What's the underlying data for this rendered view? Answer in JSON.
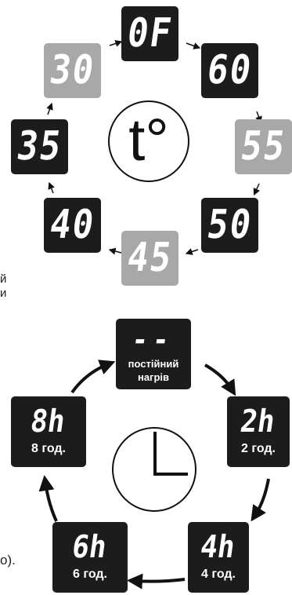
{
  "temperature_cycle": {
    "center_symbol": "t°",
    "steps": [
      {
        "label": "0F",
        "state": "active"
      },
      {
        "label": "60",
        "state": "active"
      },
      {
        "label": "55",
        "state": "inactive"
      },
      {
        "label": "50",
        "state": "active"
      },
      {
        "label": "45",
        "state": "inactive"
      },
      {
        "label": "40",
        "state": "active"
      },
      {
        "label": "35",
        "state": "active"
      },
      {
        "label": "30",
        "state": "inactive"
      }
    ]
  },
  "side_text": {
    "line1": "й",
    "line2": "и",
    "line3": "о)."
  },
  "timer_cycle": {
    "center_icon": "clock-icon",
    "steps": [
      {
        "display": "--",
        "caption_1": "постійний",
        "caption_2": "нагрів"
      },
      {
        "display": "2h",
        "caption": "2 год."
      },
      {
        "display": "4h",
        "caption": "4 год."
      },
      {
        "display": "6h",
        "caption": "6 год."
      },
      {
        "display": "8h",
        "caption": "8 год."
      }
    ]
  },
  "colors": {
    "active_box": "#1c1c1c",
    "inactive_box": "#a8a8a8",
    "display_text": "#ffffff",
    "line": "#111111"
  }
}
